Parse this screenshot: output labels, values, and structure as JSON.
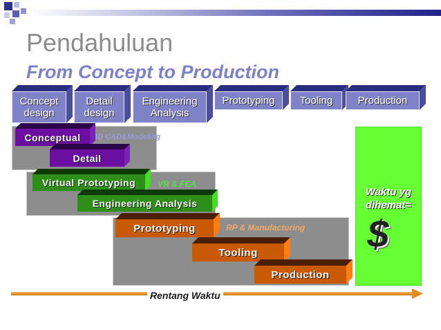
{
  "slide": {
    "title": "Pendahuluan",
    "subtitle": "From Concept to Production"
  },
  "header_boxes": [
    {
      "line1": "Concept",
      "line2": "design"
    },
    {
      "line1": "Detail",
      "line2": "design"
    },
    {
      "line1": "Engineering",
      "line2": "Analysis"
    },
    {
      "line1": "Prototyping",
      "line2": ""
    },
    {
      "line1": "Tooling",
      "line2": ""
    },
    {
      "line1": "Production",
      "line2": ""
    }
  ],
  "phases": {
    "conceptual": "Conceptual",
    "detail": "Detail",
    "virtual_prototyping": "Virtual Prototyping",
    "engineering_analysis": "Engineering Analysis",
    "prototyping": "Prototyping",
    "tooling": "Tooling",
    "production": "Production"
  },
  "group_hints": {
    "cad": "3D CAD&Modeling",
    "vr": "VR & FEA",
    "rp": "RP & Manufacturing"
  },
  "savings": {
    "line1": "Waktu yg",
    "line2": "dihemat=",
    "symbol": "$"
  },
  "timeline": {
    "label": "Rentang Waktu"
  },
  "colors": {
    "header": "#7f82c6",
    "purple": "#6a0fa0",
    "green": "#2e8f18",
    "orange": "#c85a06",
    "panel": "#8d8d8d",
    "savings": "#66ff33",
    "accent_blue": "#2a2f9a"
  }
}
